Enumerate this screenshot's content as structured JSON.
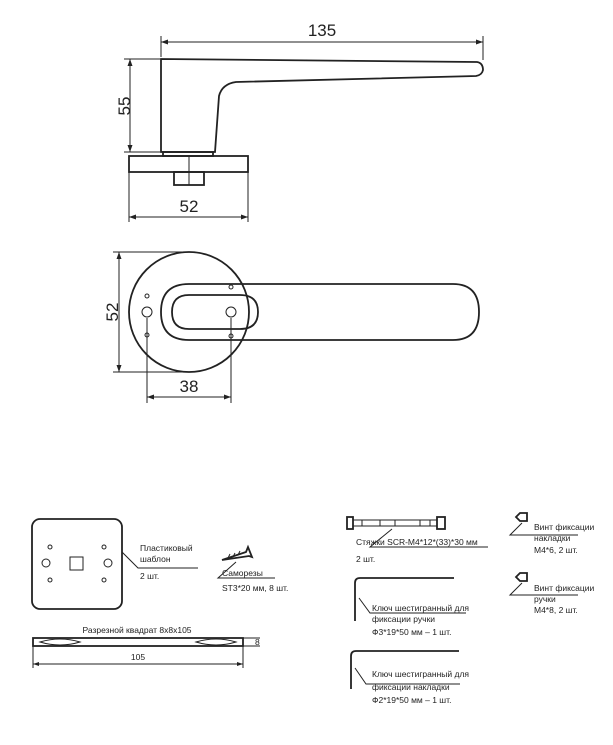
{
  "dimensions": {
    "side_width": "135",
    "side_height": "55",
    "side_rose": "52",
    "front_rose": "52",
    "front_spacing": "38"
  },
  "kit": {
    "template": {
      "label_line1": "Пластиковый",
      "label_line2": "шаблон",
      "qty": "2 шт."
    },
    "screws": {
      "label": "Саморезы",
      "spec": "ST3*20 мм, 8 шт."
    },
    "spindle": {
      "label": "Разрезной квадрат 8х8х105",
      "dim_height": "8",
      "dim_length": "105"
    },
    "ties": {
      "label": "Стяжки SCR-M4*12*(33)*30 мм",
      "qty": "2 шт."
    },
    "hex_key_handle": {
      "line1": "Ключ шестигранный для",
      "line2": "фиксации ручки",
      "spec": "Ф3*19*50 мм – 1 шт."
    },
    "hex_key_rose": {
      "line1": "Ключ шестигранный для",
      "line2": "фиксации накладки",
      "spec": "Ф2*19*50 мм – 1 шт."
    },
    "screw_rose": {
      "line1": "Винт фиксации",
      "line2": "накладки",
      "spec": "М4*6, 2 шт."
    },
    "screw_handle": {
      "line1": "Винт фиксации",
      "line2": "ручки",
      "spec": "М4*8, 2 шт."
    }
  }
}
